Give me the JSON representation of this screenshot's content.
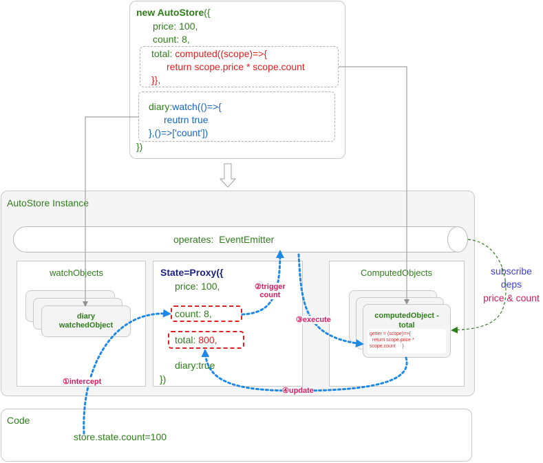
{
  "store_def": {
    "line1_kw": "new AutoStore",
    "line1_rest": "({",
    "price": "price: 100,",
    "count": "count: 8,",
    "total_key": "total: ",
    "total_fn": "computed((scope)=>{",
    "total_body": "return scope.price * scope.count",
    "total_end": "}},",
    "diary_key": "diary:",
    "diary_fn": "watch(()=>{",
    "diary_body": "reutrn true",
    "diary_end": "},()=>['count'])",
    "close": "})"
  },
  "instance": {
    "title": "AutoStore Instance",
    "operates_label": "operates:  EventEmitter",
    "watch_title": "watchObjects",
    "watch_card": "diary\nwatchedObject",
    "state_head": "State=Proxy({",
    "state_price": "price: 100,",
    "state_count": "count: 8,",
    "state_total_key": "total: ",
    "state_total_val": "800,",
    "state_diary_key": "diary:",
    "state_diary_val": "true",
    "state_close": "})",
    "computed_title": "ComputedObjects",
    "computed_card_title": "computedObject -\ntotal",
    "computed_getter": "getter = (scope)=>{\n  return scope.price *\nscope.count     }"
  },
  "side_note": {
    "line1": "subscribe",
    "line2": "deps",
    "line3": "price & count"
  },
  "steps": {
    "intercept": "①intercept",
    "trigger": "②trigger\ncount",
    "execute": "③execute",
    "update": "④update"
  },
  "code_panel": {
    "title": "Code",
    "statement": "store.state.count=100"
  },
  "colors": {
    "green": "#2e7d1a",
    "red": "#e02020",
    "blue": "#1565c0",
    "arrow_blue": "#1e88e5",
    "pink": "#d81b60",
    "purple": "#3f3fd0"
  }
}
